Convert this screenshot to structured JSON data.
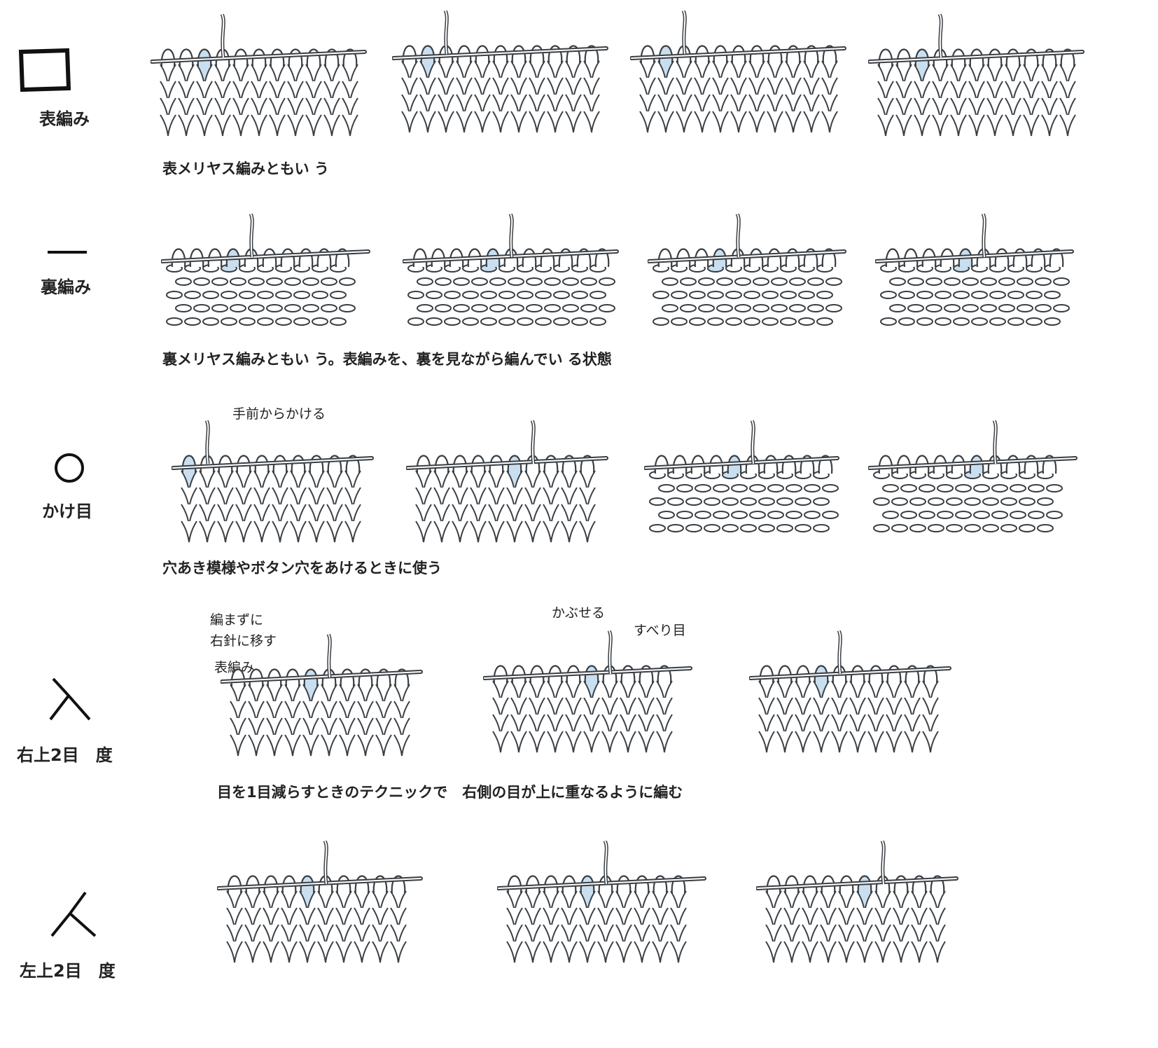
{
  "rows": [
    {
      "symbol_icon": "knit-stitch-square-icon",
      "symbol_name": "表編み",
      "note": "表メリヤス編みともい う",
      "panels": 4
    },
    {
      "symbol_icon": "purl-stitch-dash-icon",
      "symbol_name": "裏編み",
      "note": "裏メリヤス編みともい う。表編みを、裏を見ながら編んでい る状態",
      "panels": 4
    },
    {
      "symbol_icon": "yarn-over-circle-icon",
      "symbol_name": "かけ目",
      "note": "穴あき模様やボタン穴をあけるときに使う",
      "panels": 4,
      "callouts": [
        "手前からかける"
      ]
    },
    {
      "symbol_icon": "right-over-decrease-icon",
      "symbol_name": "右上2目　度",
      "note": "目を1目減らすときのテクニックで　右側の目が上に重なるように編む",
      "panels": 3,
      "callouts": [
        "編まずに",
        "右針に移す",
        "表編み",
        "かぶせる",
        "すべり目"
      ]
    },
    {
      "symbol_icon": "left-over-decrease-icon",
      "symbol_name": "左上2目　度",
      "note": "",
      "panels": 3
    }
  ],
  "colors": {
    "line": "#3a3f44",
    "highlight": "#c9dff0",
    "background": "#ffffff"
  }
}
